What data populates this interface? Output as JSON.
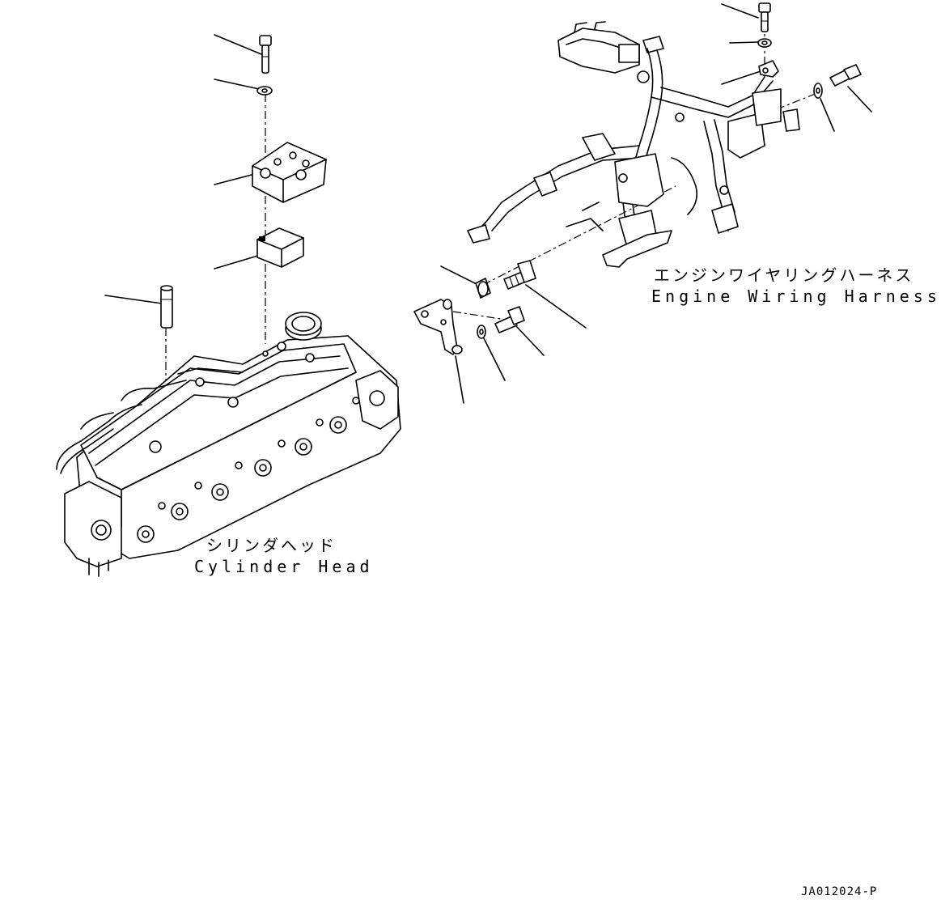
{
  "labels": {
    "cylinder_head_jp": "シリンダヘッド",
    "cylinder_head_en": "Cylinder Head",
    "harness_jp": "エンジンワイヤリングハーネス",
    "harness_en": "Engine Wiring Harness"
  },
  "drawing_code": "JA012024-P"
}
